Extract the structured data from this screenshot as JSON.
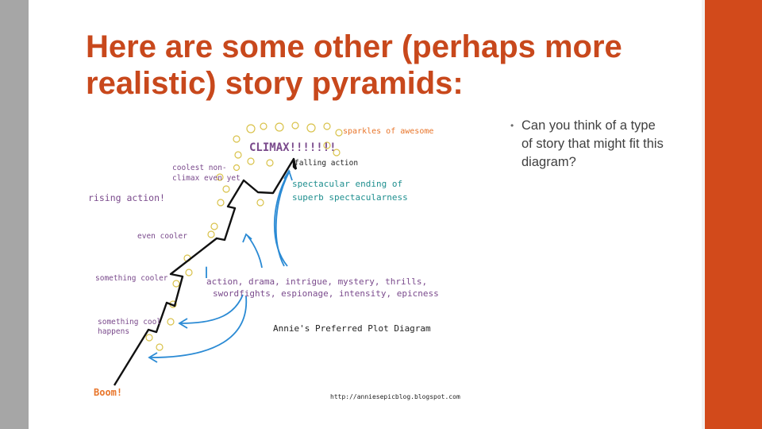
{
  "slide": {
    "title": "Here are some other (perhaps more realistic) story pyramids:",
    "bullets": [
      "Can you think of  a type of story that might fit this diagram?"
    ]
  },
  "diagram": {
    "caption": "Annie's Preferred Plot Diagram",
    "url": "http://anniesepicblog.blogspot.com",
    "labels": {
      "sparkles": "sparkles of awesome",
      "climax": "CLIMAX!!!!!!!",
      "falling_action": "falling action",
      "coolest_1": "coolest non-",
      "coolest_2": "climax even yet",
      "rising_action": "rising action!",
      "ending_1": "spectacular ending of",
      "ending_2": "superb spectacularness",
      "even_cooler": "even cooler",
      "something_cooler": "something cooler",
      "action_1": "action, drama, intrigue, mystery, thrills,",
      "action_2": "swordfights, espionage, intensity, epicness",
      "something_cool_1": "something cool",
      "something_cool_2": "happens",
      "boom": "Boom!"
    },
    "colors": {
      "purple": "#7a4a8c",
      "orange": "#e8752a",
      "teal": "#1f8f8f",
      "blue": "#2a8ad4",
      "yellow": "#d9c24a"
    }
  }
}
